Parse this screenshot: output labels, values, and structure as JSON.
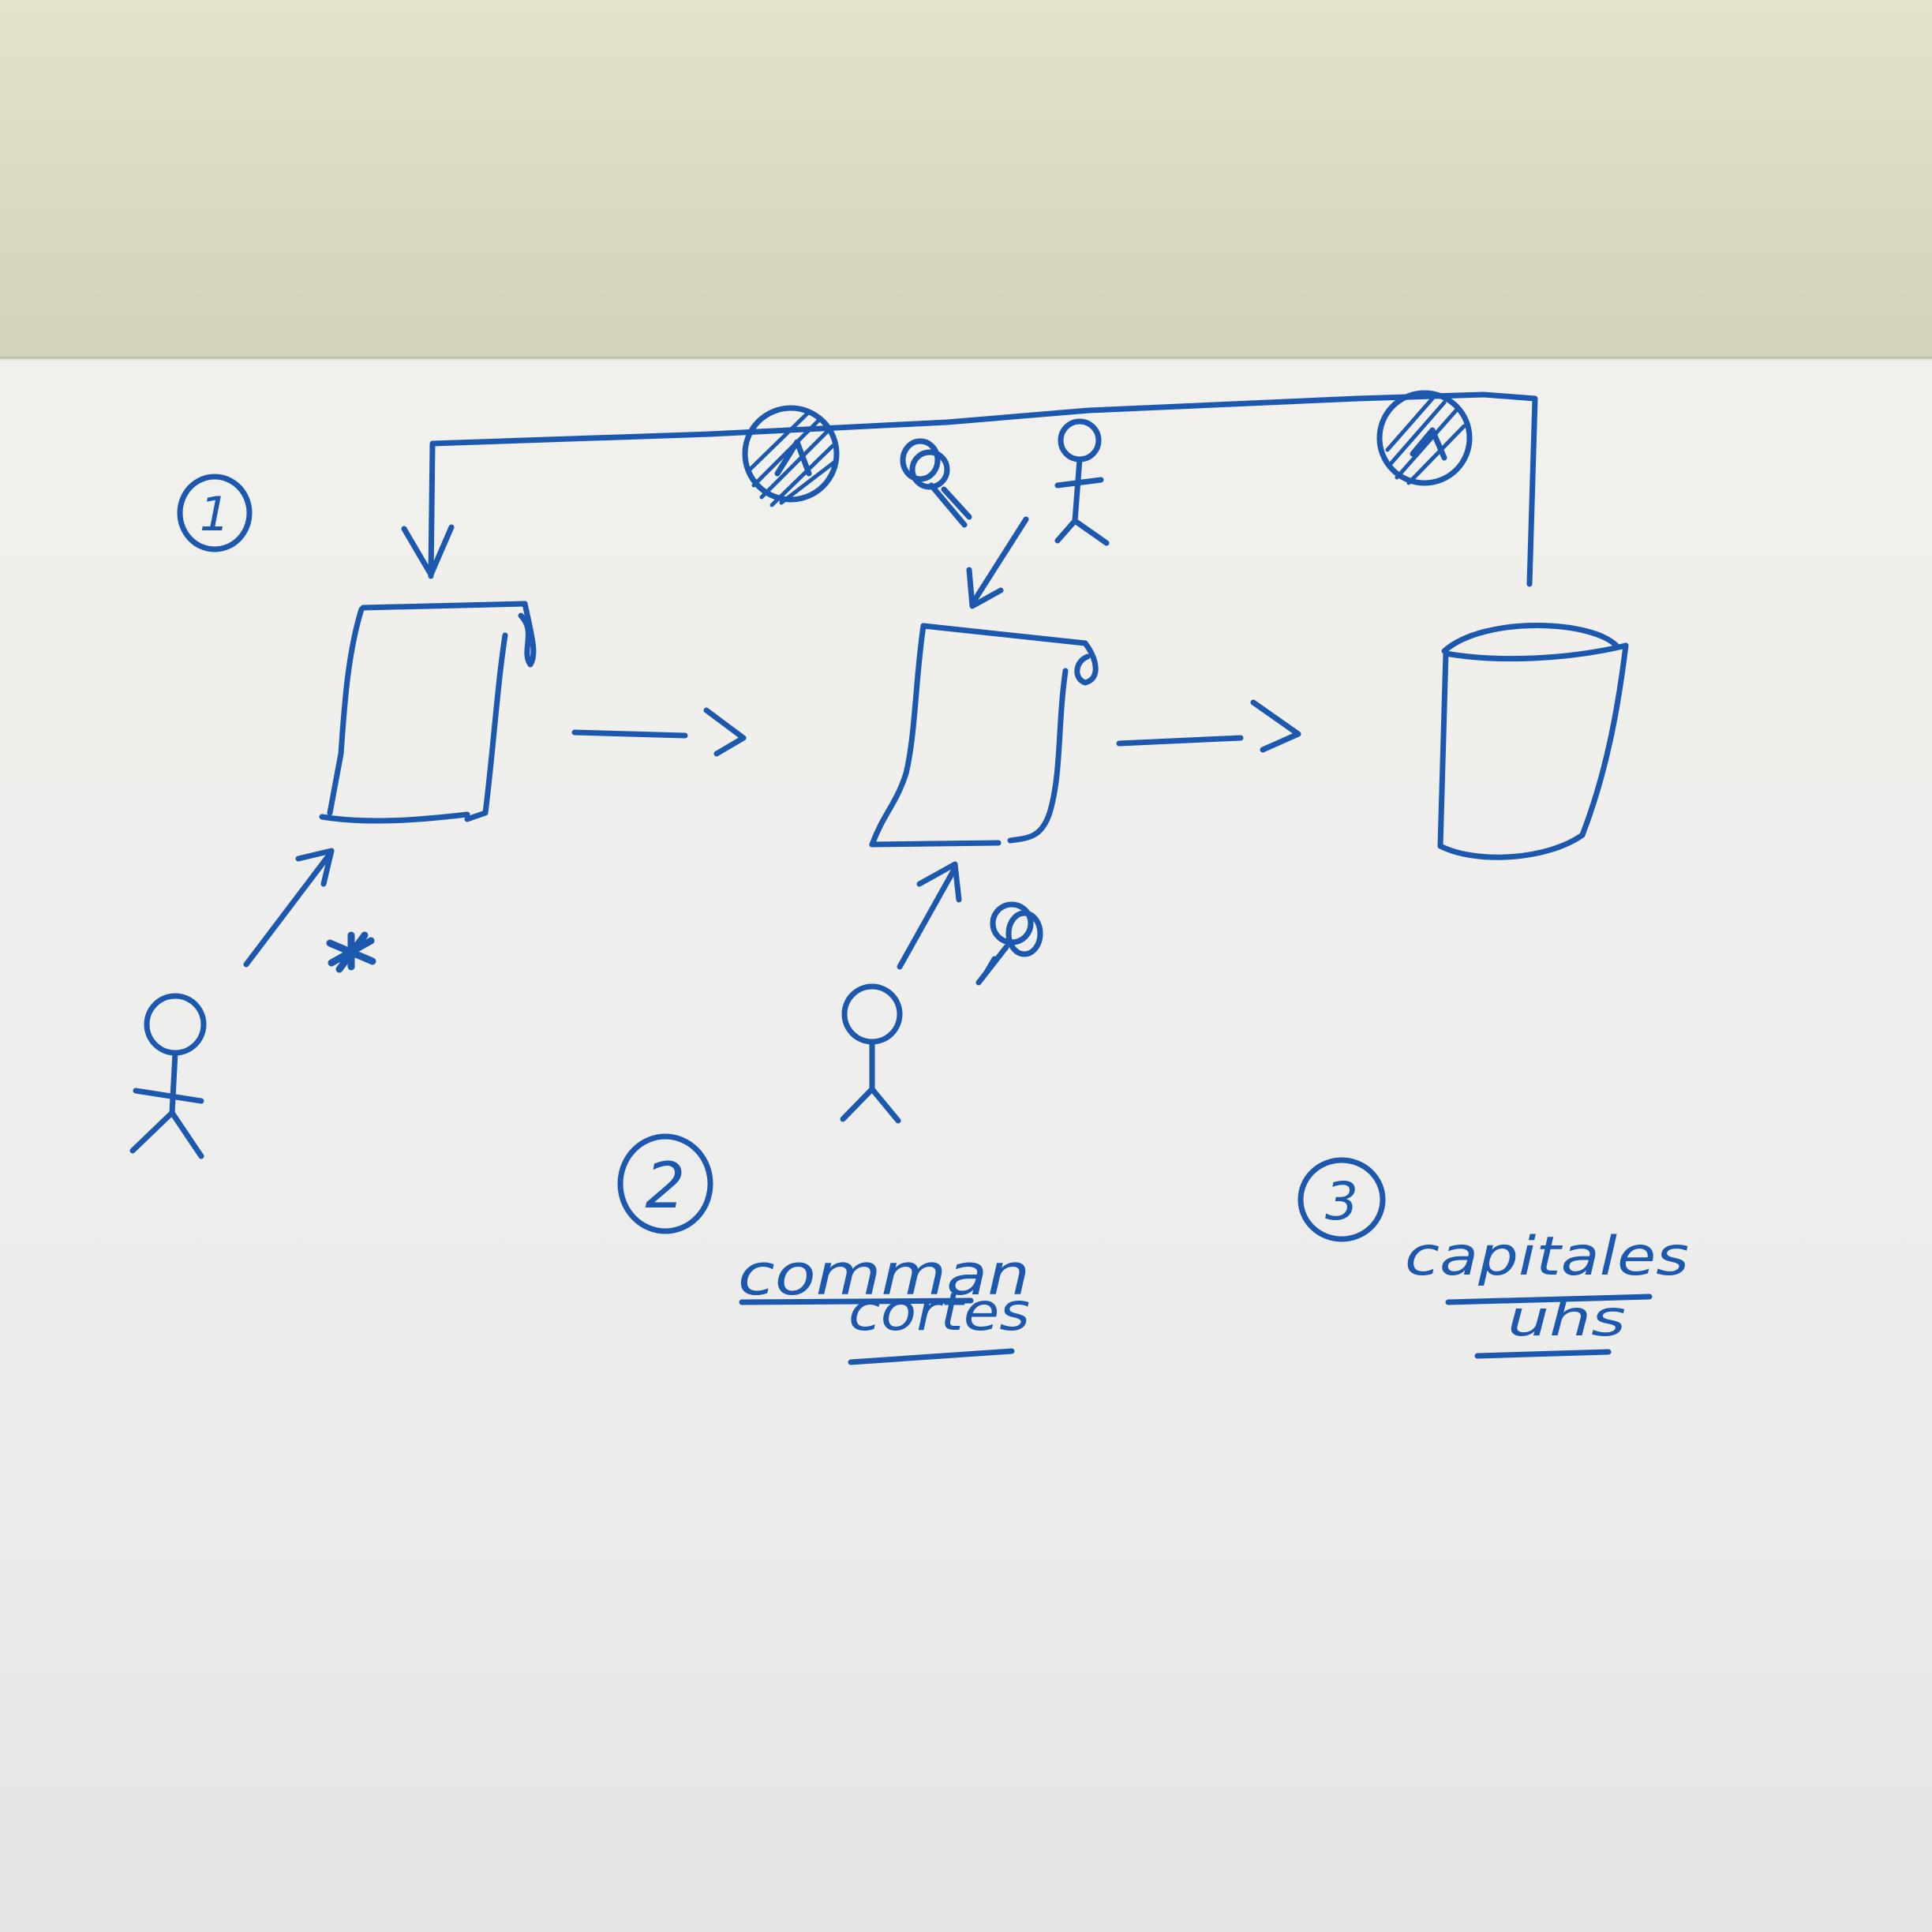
{
  "diagram": {
    "ink_color": "#1c58ad",
    "paper_color": "#eeeeec",
    "labels": {
      "step_1": "1",
      "step_2": "2",
      "step_3": "3",
      "caption_step_2_line_1": "comman",
      "caption_step_2_line_2": "cortes",
      "caption_step_3_line_1": "capitales",
      "caption_step_3_line_2": "uhs"
    },
    "nodes": [
      {
        "id": "scroll-1",
        "icon": "document-scroll-icon"
      },
      {
        "id": "scroll-2",
        "icon": "document-scroll-icon"
      },
      {
        "id": "database",
        "icon": "database-cylinder-icon"
      }
    ],
    "actors": [
      {
        "id": "person-left",
        "icon": "stick-figure-icon"
      },
      {
        "id": "person-middle",
        "icon": "stick-figure-icon"
      },
      {
        "id": "person-top",
        "icon": "stick-figure-icon"
      }
    ],
    "marks": [
      {
        "id": "asterisk",
        "icon": "asterisk-icon"
      },
      {
        "id": "key-top",
        "icon": "key-icon"
      },
      {
        "id": "key-bottom",
        "icon": "key-icon"
      },
      {
        "id": "coin-left",
        "icon": "hatched-circle-icon"
      },
      {
        "id": "coin-right",
        "icon": "hatched-circle-icon"
      }
    ]
  }
}
